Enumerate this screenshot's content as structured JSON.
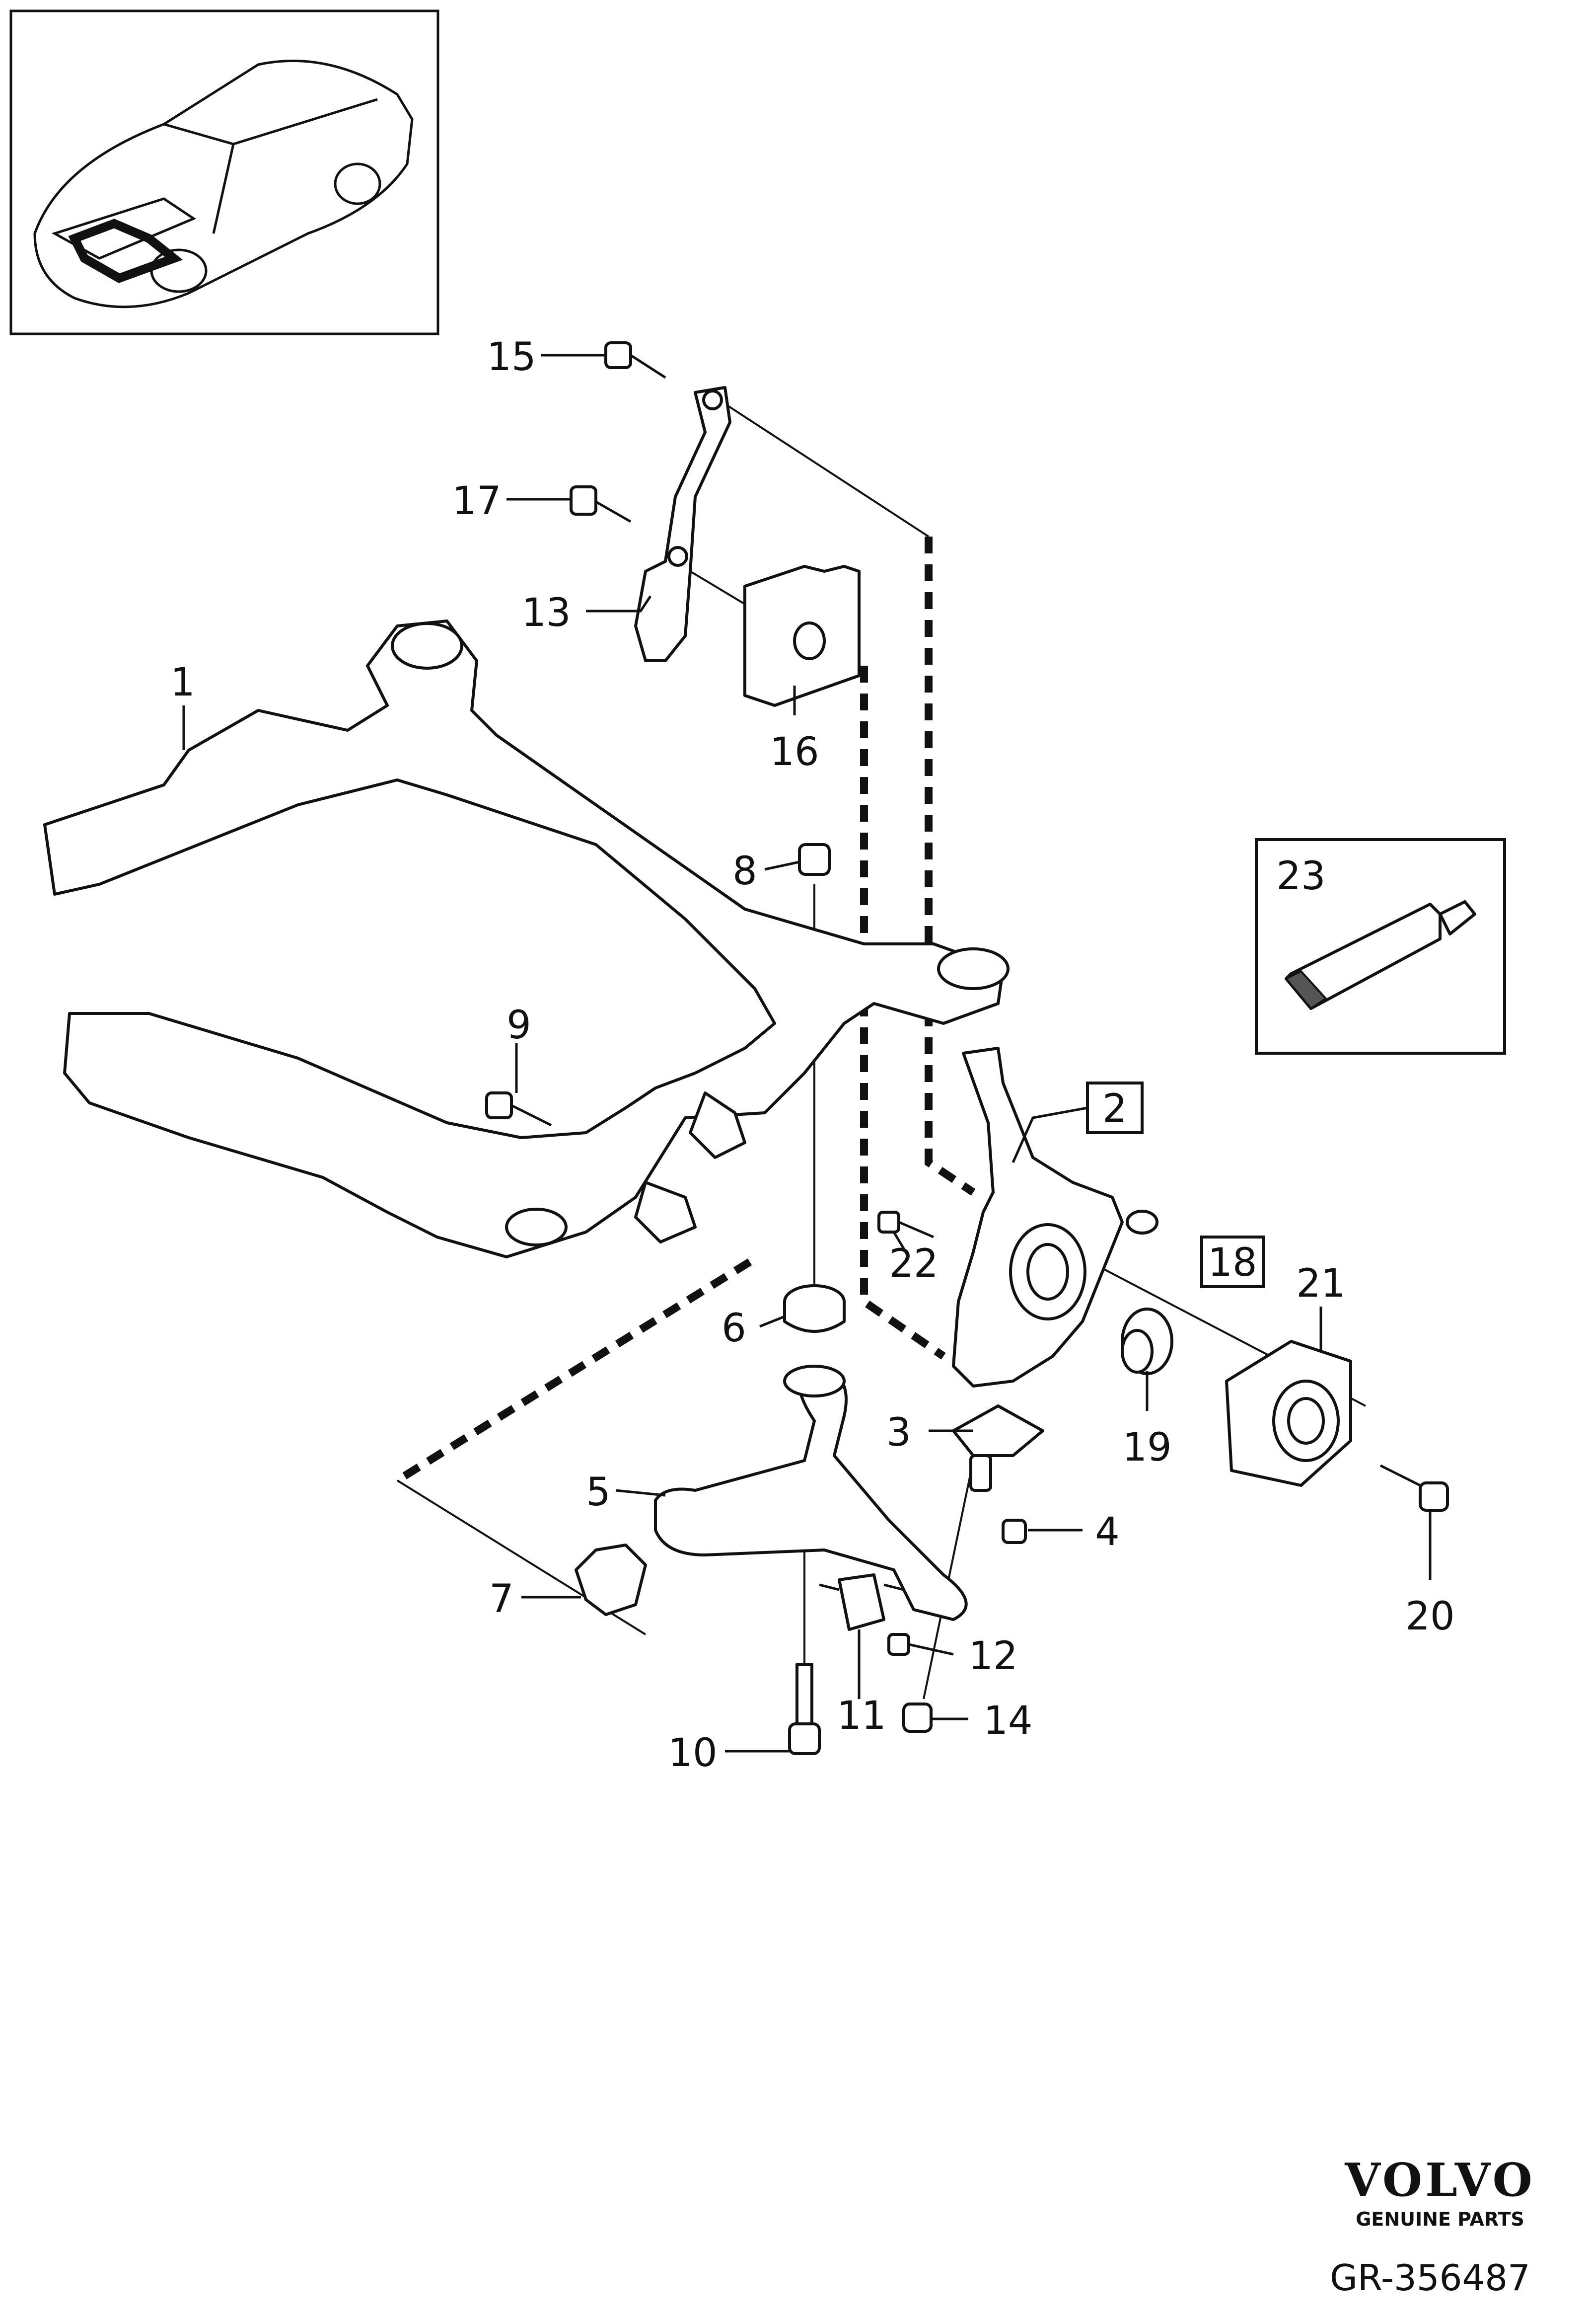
{
  "labels": {
    "p1": "1",
    "p2": "2",
    "p3": "3",
    "p4": "4",
    "p5": "5",
    "p6": "6",
    "p7": "7",
    "p8": "8",
    "p9": "9",
    "p10": "10",
    "p11": "11",
    "p12": "12",
    "p13": "13",
    "p14": "14",
    "p15": "15",
    "p16": "16",
    "p17": "17",
    "p18": "18",
    "p19": "19",
    "p20": "20",
    "p21": "21",
    "p22": "22",
    "p23": "23"
  },
  "brand": {
    "logo_text": "VOLVO",
    "sub_text": "GENUINE PARTS",
    "drawing_number": "GR-356487"
  }
}
